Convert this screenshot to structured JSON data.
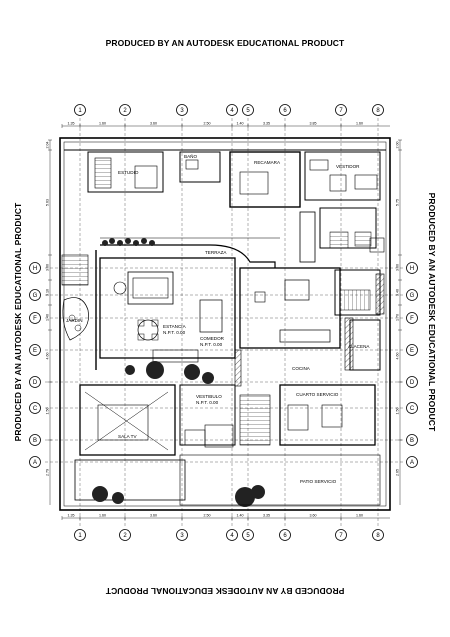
{
  "watermark": {
    "top": "PRODUCED BY AN AUTODESK EDUCATIONAL PRODUCT",
    "bottom": "PRODUCED BY AN AUTODESK EDUCATIONAL PRODUCT",
    "left": "PRODUCED BY AN AUTODESK EDUCATIONAL PRODUCT",
    "right": "PRODUCED BY AN AUTODESK EDUCATIONAL PRODUCT"
  },
  "grid": {
    "columns": [
      "1",
      "2",
      "3",
      "4",
      "5",
      "6",
      "7",
      "8"
    ],
    "rows": [
      "H",
      "G",
      "F",
      "E",
      "D",
      "C",
      "B",
      "A"
    ]
  },
  "dimensions": {
    "top": [
      "1.35",
      "1.60",
      "3.60",
      "2.50",
      "1.40",
      "3.35",
      "3.85",
      "1.60"
    ],
    "bottom": [
      "1.35",
      "1.60",
      "3.60",
      "2.50",
      "1.40",
      "3.35",
      "3.60",
      "1.60"
    ],
    "left": [
      "2.04",
      "5.63",
      "3.00",
      "3.10",
      "1.40",
      "4.60",
      "1.50",
      "2.79"
    ],
    "right": [
      "2.00",
      "5.75",
      "3.00",
      "3.40",
      "1.70",
      "4.60",
      "1.50",
      "2.65"
    ]
  },
  "rooms": {
    "estudio": "ESTUDIO",
    "bano": "BAÑO",
    "recamara": "RECAMARA",
    "vestidor": "VESTIDOR",
    "terraza": "TERRAZA",
    "estancia": "ESTANCIA",
    "comedor": "COMEDOR",
    "cocina": "COCINA",
    "alacena": "ALACENA",
    "vestibulo": "VESTIBULO",
    "sala_tv": "SALA TV",
    "cuarto_servicio": "CUARTO SERVICIO",
    "patio": "PATIO SERVICIO",
    "jardin": "JARDIN"
  },
  "levels": {
    "estancia": "N.P.T. 0.00",
    "comedor": "N.P.T. 0.00",
    "vestibulo": "N.P.T. 0.00"
  },
  "colors": {
    "line": "#000000",
    "paper": "#ffffff",
    "fill_dark": "#222222"
  }
}
